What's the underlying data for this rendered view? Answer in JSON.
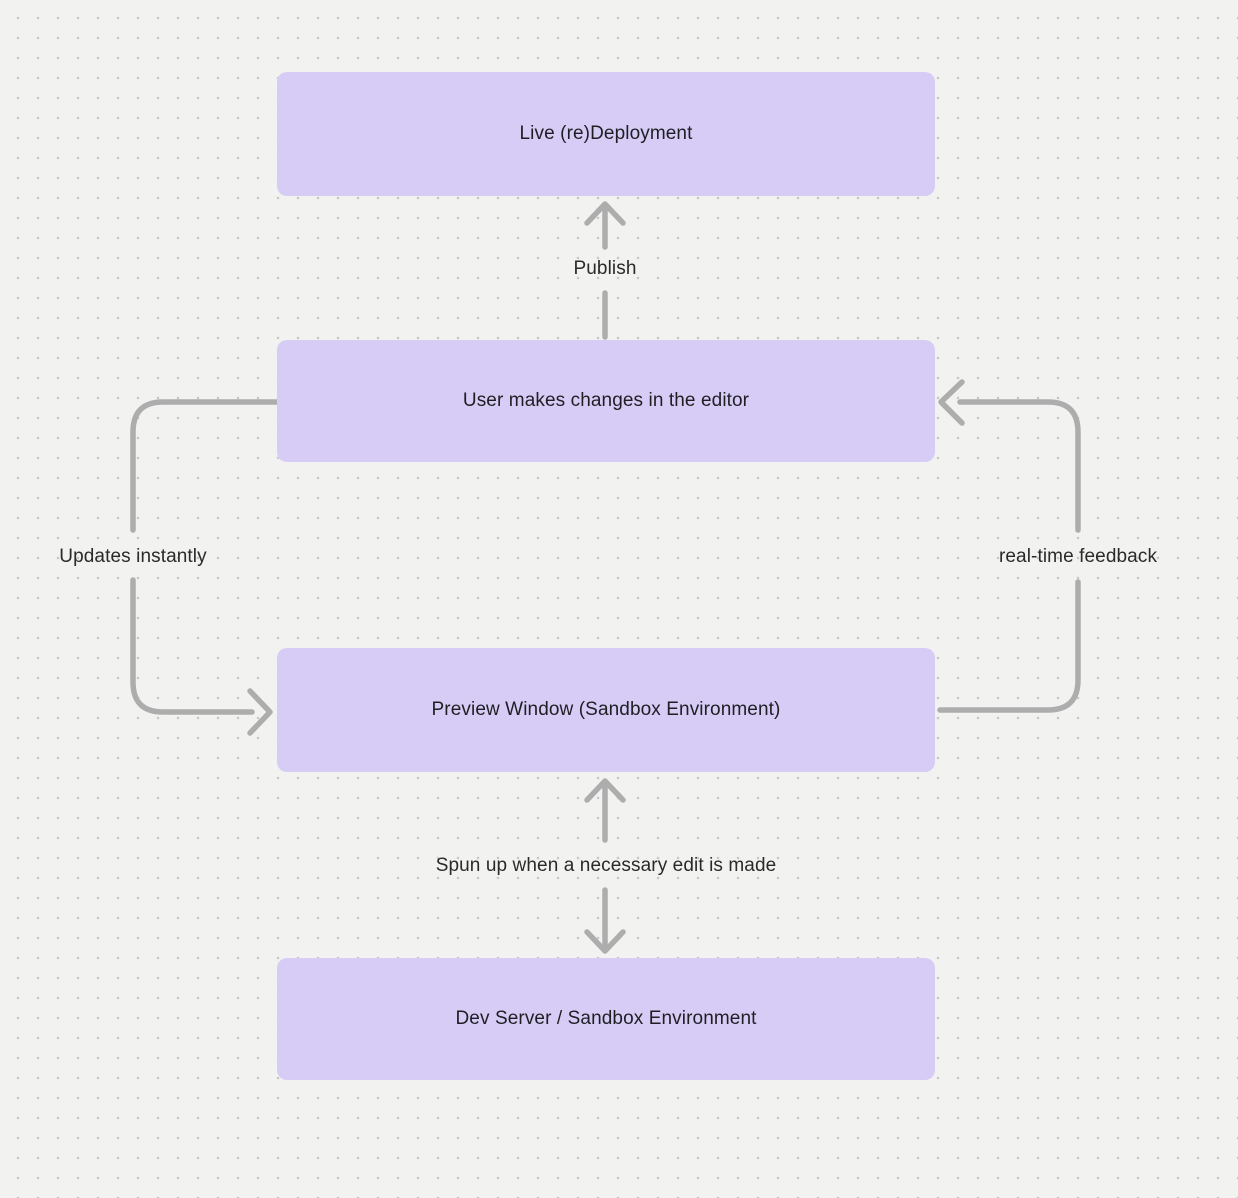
{
  "canvas": {
    "type": "flowchart",
    "colors": {
      "canvas_bg": "#f2f2f1",
      "dot_color": "#c8c8c8",
      "node_fill": "#d7ccf6",
      "node_text": "#1f1f23",
      "arrow": "#adadad",
      "label_text": "#2a2a2a"
    }
  },
  "diagram": {
    "nodes": [
      {
        "id": "live-redeployment",
        "label": "Live (re)Deployment"
      },
      {
        "id": "user-changes",
        "label": "User makes changes in the editor"
      },
      {
        "id": "preview-window",
        "label": "Preview Window (Sandbox Environment)"
      },
      {
        "id": "dev-server",
        "label": "Dev Server / Sandbox Environment"
      }
    ],
    "edges": [
      {
        "id": "publish",
        "label": "Publish",
        "from": "user-changes",
        "to": "live-redeployment",
        "direction": "up"
      },
      {
        "id": "updates-instantly",
        "label": "Updates instantly",
        "from": "user-changes",
        "to": "preview-window",
        "direction": "left-loop"
      },
      {
        "id": "real-time-feedback",
        "label": "real-time feedback",
        "from": "preview-window",
        "to": "user-changes",
        "direction": "right-loop"
      },
      {
        "id": "spun-up",
        "label": "Spun up when a necessary edit is made",
        "from": "preview-window",
        "to": "dev-server",
        "direction": "bidirectional"
      }
    ]
  }
}
